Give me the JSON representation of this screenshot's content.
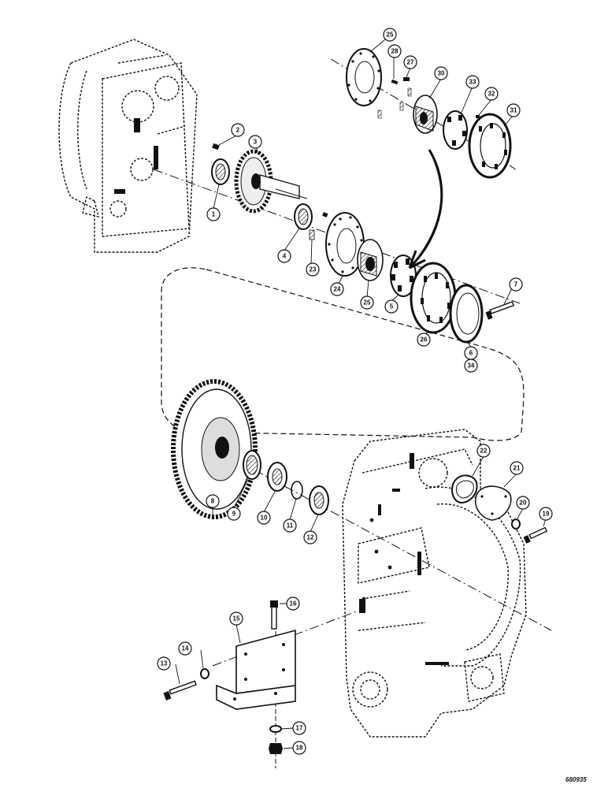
{
  "diagram": {
    "reference_number": "680935",
    "callouts": [
      "1",
      "2",
      "3",
      "4",
      "5",
      "6",
      "7",
      "8",
      "9",
      "10",
      "11",
      "12",
      "13",
      "14",
      "15",
      "16",
      "17",
      "18",
      "19",
      "20",
      "21",
      "22",
      "23",
      "24",
      "25",
      "25",
      "26",
      "27",
      "28",
      "30",
      "31",
      "32",
      "33",
      "34"
    ],
    "colors": {
      "ink": "#111111",
      "paper": "#ffffff"
    }
  }
}
